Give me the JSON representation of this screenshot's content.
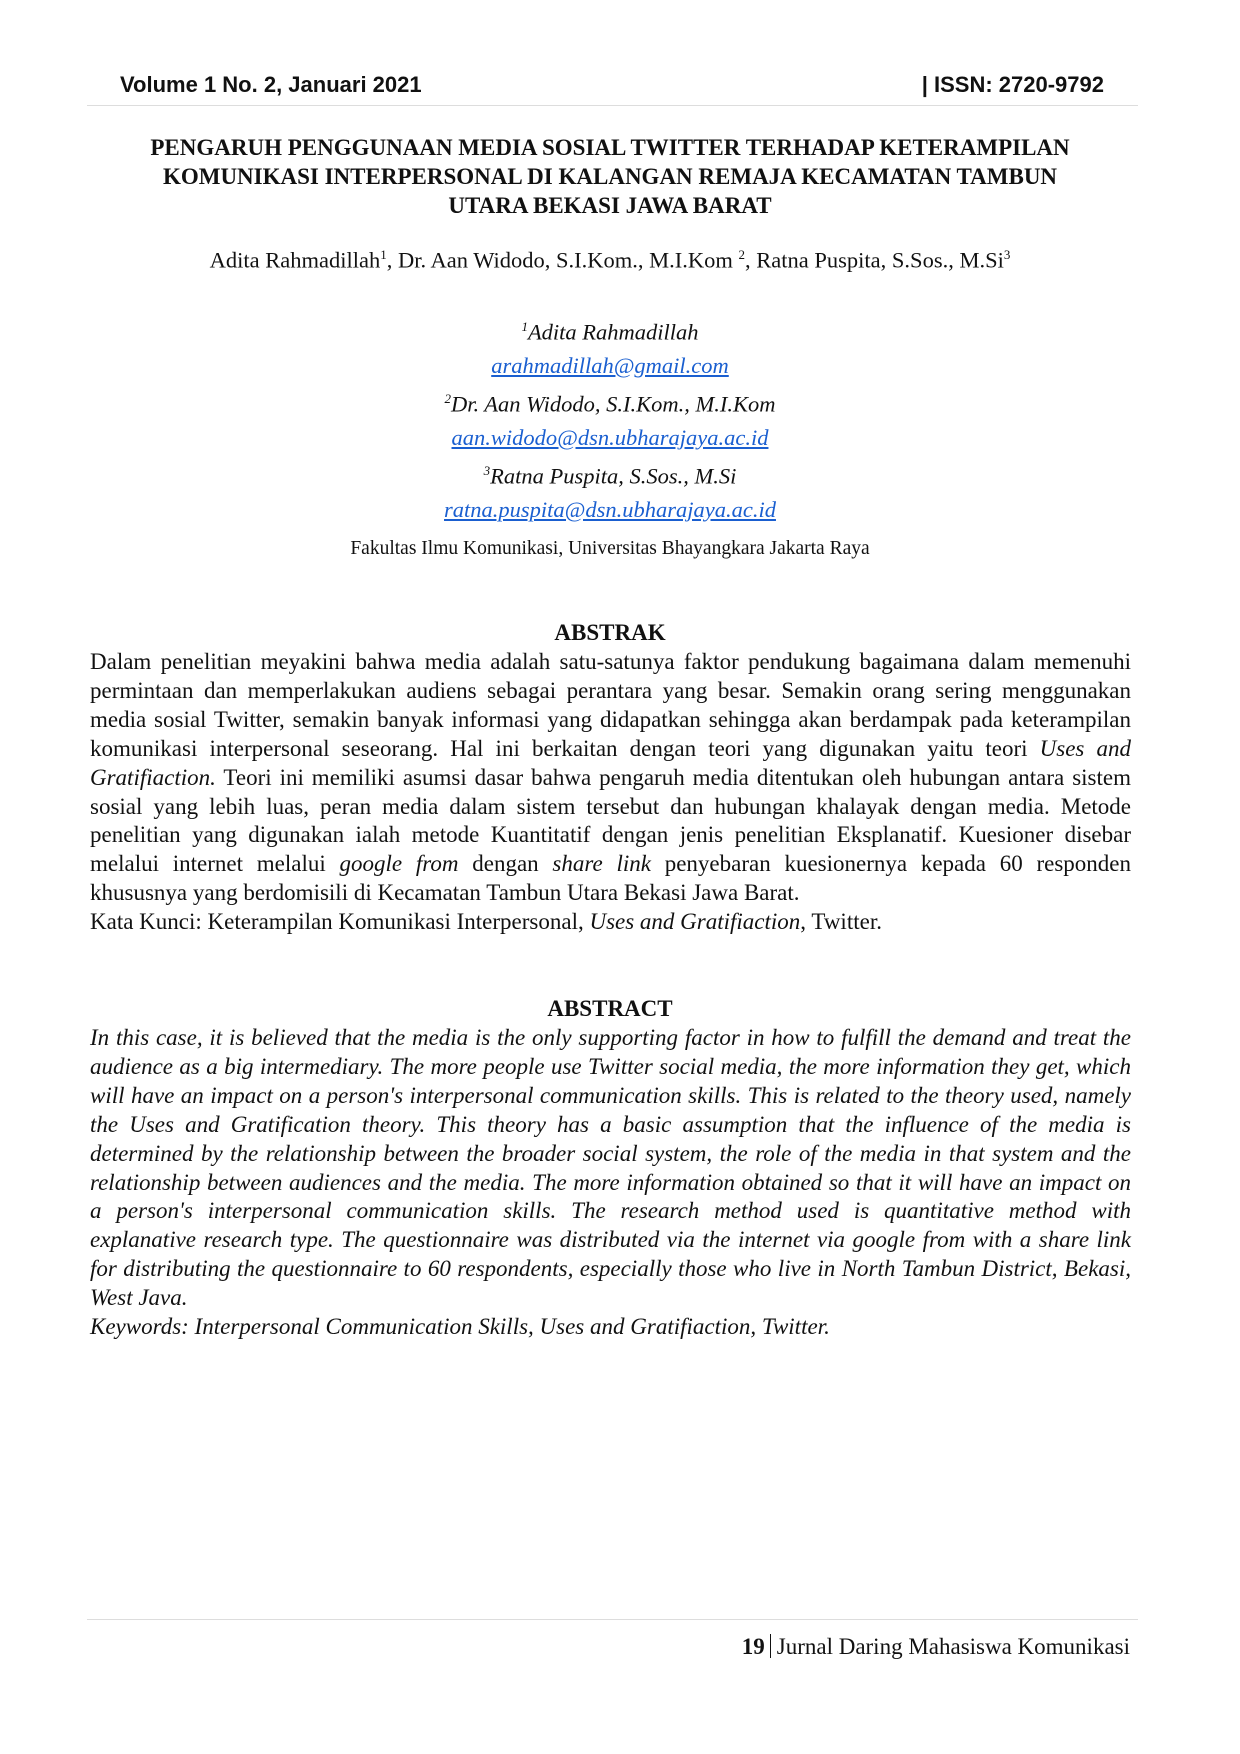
{
  "header": {
    "volume": "Volume 1 No. 2, Januari 2021",
    "issn": "| ISSN: 2720-9792"
  },
  "title": {
    "line1": "PENGARUH PENGGUNAAN MEDIA SOSIAL TWITTER TERHADAP KETERAMPILAN",
    "line2": "KOMUNIKASI INTERPERSONAL DI KALANGAN REMAJA KECAMATAN TAMBUN",
    "line3": "UTARA BEKASI JAWA BARAT"
  },
  "authors": [
    {
      "name": "Adita Rahmadillah",
      "sup": "1",
      "sep": ", "
    },
    {
      "name": "Dr. Aan Widodo, S.I.Kom., M.I.Kom ",
      "sup": "2",
      "sep": ", "
    },
    {
      "name": "Ratna Puspita, S.Sos., M.Si",
      "sup": "3",
      "sep": ""
    }
  ],
  "contacts": [
    {
      "sup": "1",
      "name": "Adita Rahmadillah",
      "email": "arahmadillah@gmail.com"
    },
    {
      "sup": "2",
      "name": "Dr. Aan Widodo, S.I.Kom., M.I.Kom",
      "email": "aan.widodo@dsn.ubharajaya.ac.id"
    },
    {
      "sup": "3",
      "name": "Ratna Puspita, S.Sos., M.Si",
      "email": "ratna.puspita@dsn.ubharajaya.ac.id"
    }
  ],
  "affiliation": "Fakultas Ilmu Komunikasi, Universitas Bhayangkara Jakarta Raya",
  "abstrak": {
    "heading": "ABSTRAK",
    "p1": "Dalam penelitian meyakini bahwa media adalah satu-satunya faktor pendukung bagaimana dalam memenuhi permintaan dan memperlakukan audiens sebagai perantara yang besar. Semakin orang sering menggunakan media sosial Twitter, semakin banyak informasi yang didapatkan sehingga akan berdampak pada keterampilan komunikasi interpersonal seseorang. Hal ini berkaitan dengan teori yang digunakan yaitu teori ",
    "p1_it": "Uses and Gratifiaction.",
    "p2": " Teori ini memiliki asumsi dasar bahwa pengaruh media ditentukan oleh hubungan antara sistem sosial yang lebih luas, peran media dalam sistem tersebut dan hubungan khalayak dengan media. Metode penelitian yang digunakan ialah metode Kuantitatif dengan jenis penelitian Eksplanatif. Kuesioner disebar melalui internet melalui ",
    "p2_it": "google from",
    "p3": " dengan ",
    "p3_it": "share link",
    "p4": " penyebaran kuesionernya kepada 60 responden khususnya yang berdomisili di Kecamatan Tambun Utara Bekasi Jawa Barat.",
    "kw_a": "Kata Kunci: Keterampilan Komunikasi Interpersonal, ",
    "kw_it": "Uses and Gratifiaction",
    "kw_b": ", Twitter."
  },
  "abstract": {
    "heading": "ABSTRACT",
    "body": "In this case, it is believed that the media is the only supporting factor in how to fulfill the demand and treat the audience as a big intermediary. The more people use Twitter social media, the more information they get, which will have an impact on a person's interpersonal communication skills. This is related to the theory used, namely the Uses and Gratification theory. This theory has a basic assumption that the influence of the media is determined by the relationship between the broader social system, the role of the media in that system and the relationship between audiences and the media. The more information obtained so that it will have an impact on a person's interpersonal communication skills. The research method used is quantitative method with explanative research type. The questionnaire was distributed via the internet via google from with a share link for distributing the questionnaire to 60 respondents, especially those who live in North Tambun District, Bekasi, West Java.",
    "keywords": "Keywords: Interpersonal Communication Skills, Uses and Gratifiaction, Twitter."
  },
  "footer": {
    "page": "19",
    "journal": "Jurnal Daring Mahasiswa Komunikasi"
  }
}
